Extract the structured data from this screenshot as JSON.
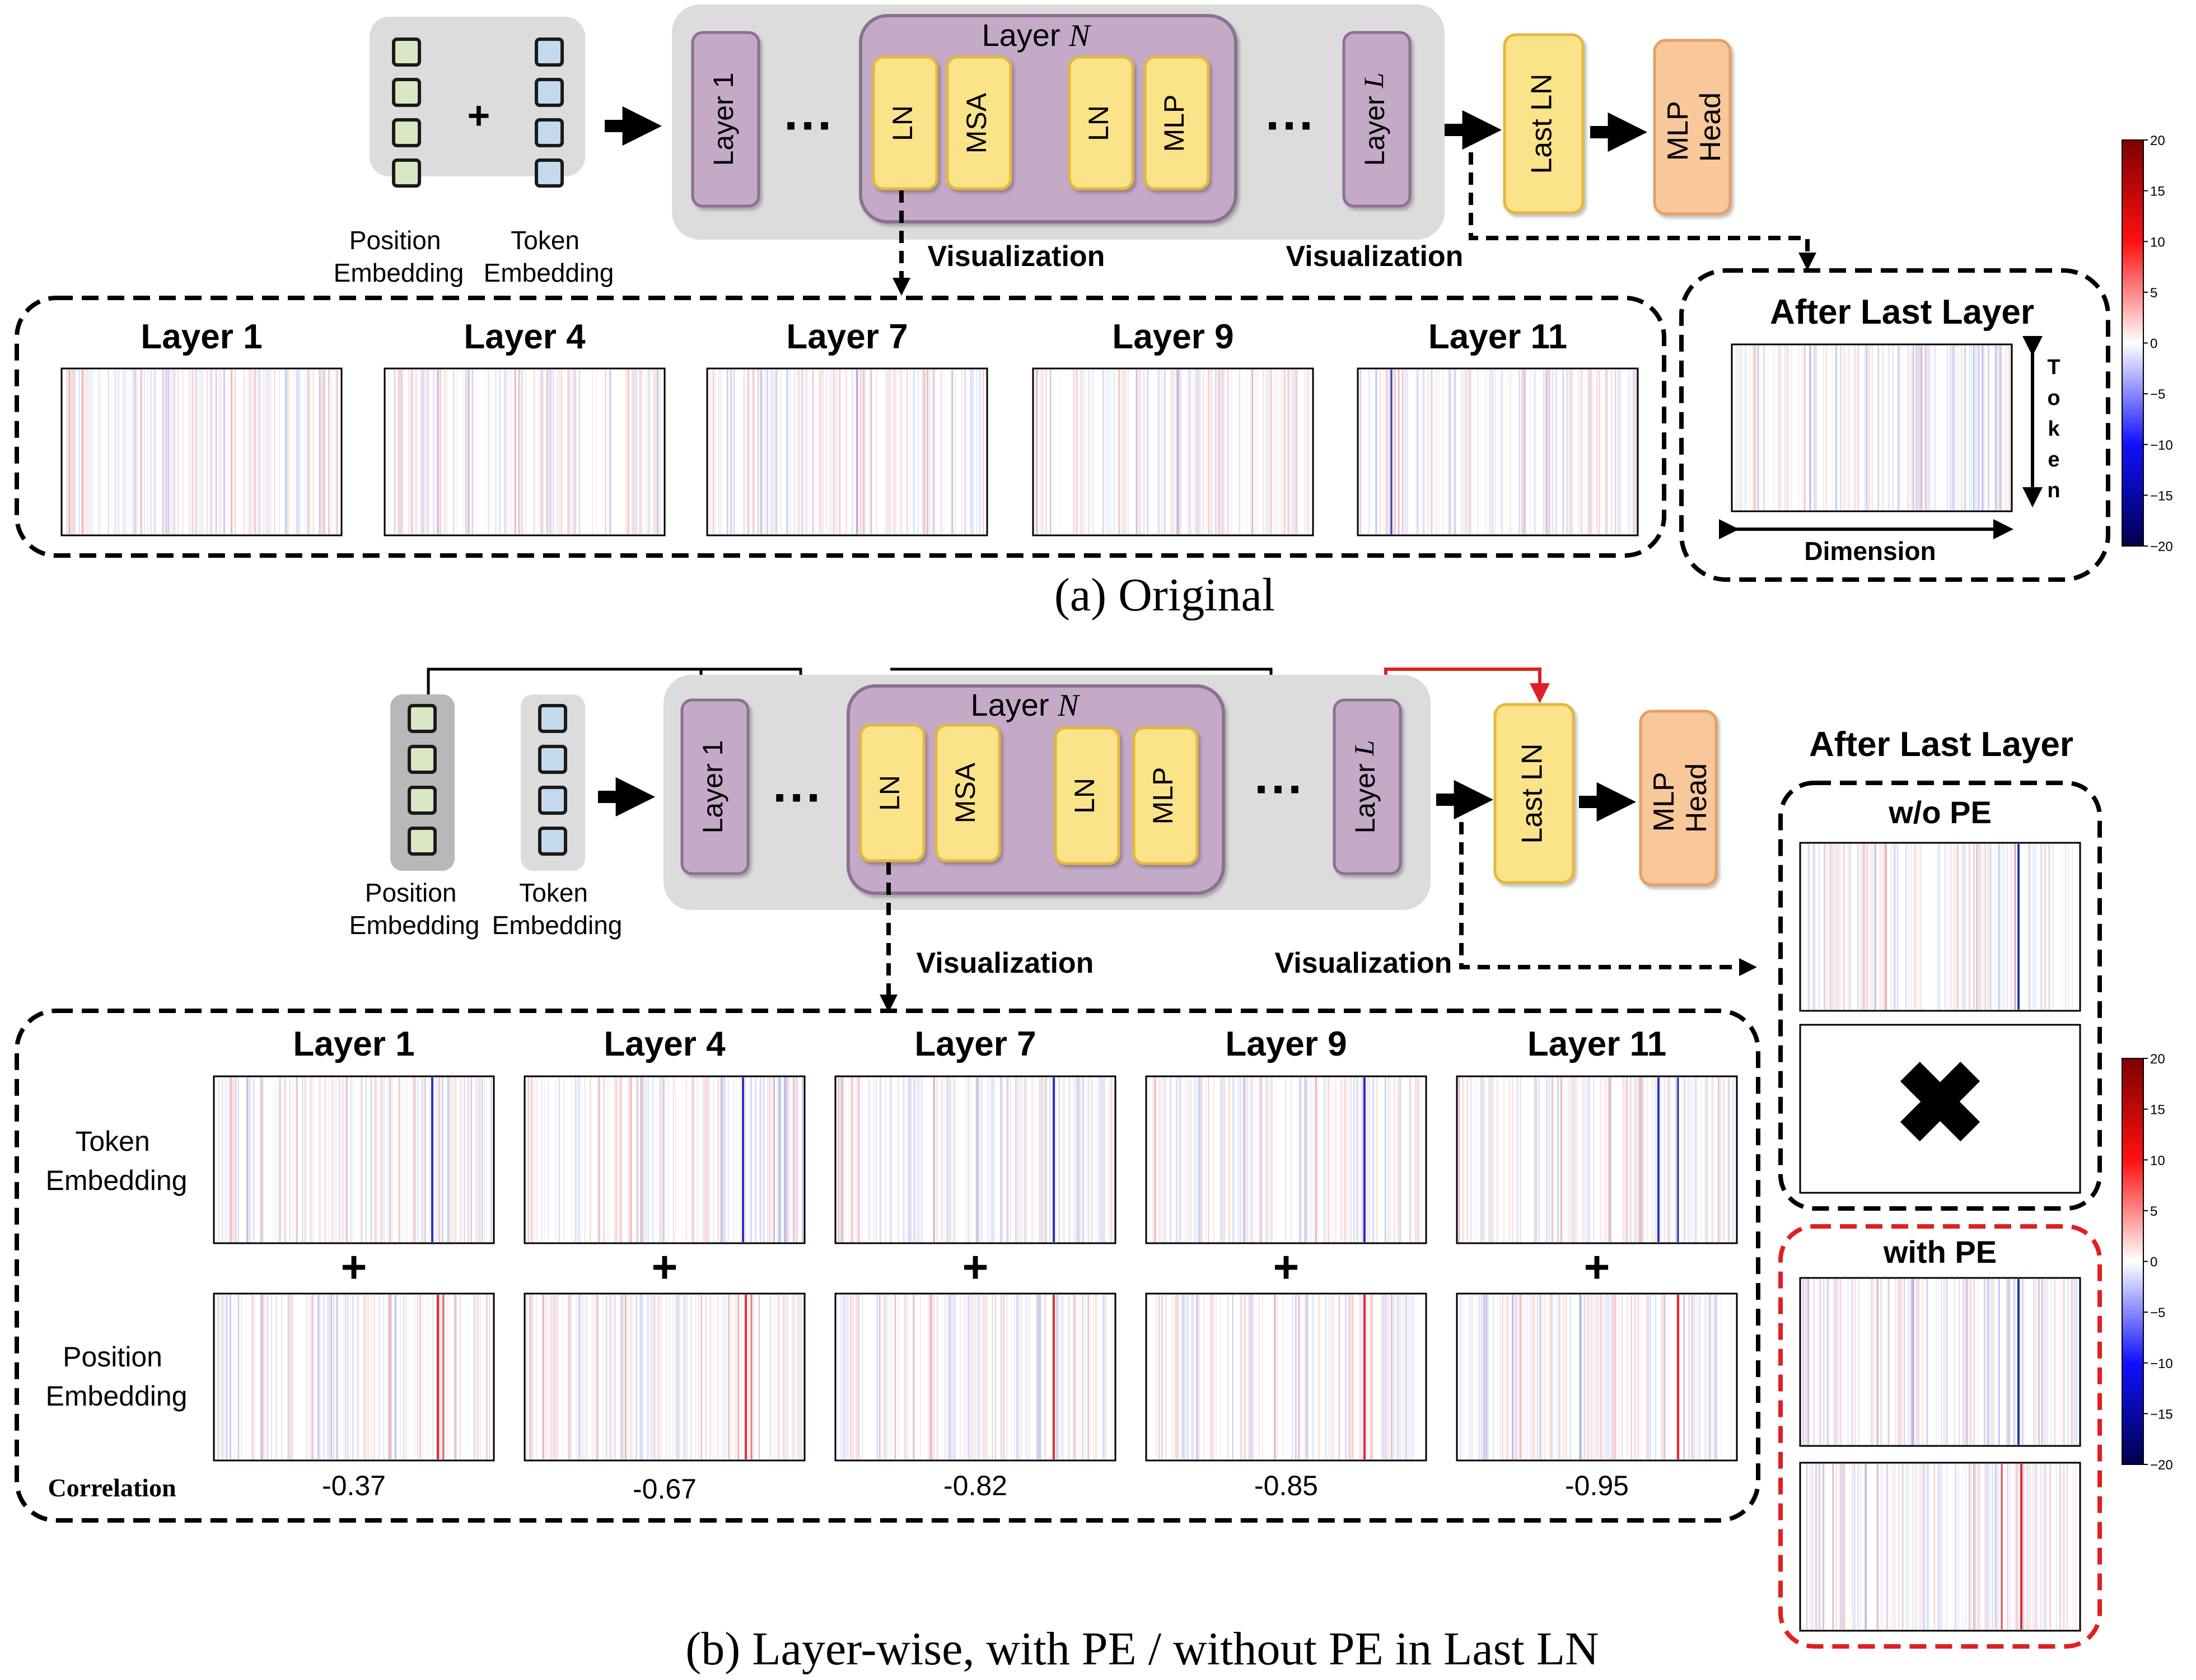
{
  "part_a": {
    "caption": "(a) Original",
    "input": {
      "position_label": [
        "Position",
        "Embedding"
      ],
      "token_label": [
        "Token",
        "Embedding"
      ],
      "plus": "+"
    },
    "layers": {
      "layer1": "Layer 1",
      "layerL": "Layer ",
      "layerL_italic": "L",
      "layerN": "Layer ",
      "layerN_italic": "N",
      "dots": "···"
    },
    "blocks": {
      "ln1": "LN",
      "msa": "MSA",
      "ln2": "LN",
      "mlp": "MLP"
    },
    "last_ln": "Last LN",
    "mlp_head": [
      "MLP",
      "Head"
    ],
    "vis_label_1": "Visualization",
    "vis_label_2": "Visualization",
    "heatmap_titles": [
      "Layer 1",
      "Layer 4",
      "Layer 7",
      "Layer 9",
      "Layer 11"
    ],
    "after_last": {
      "title": "After Last Layer",
      "token_axis": [
        "T",
        "o",
        "k",
        "e",
        "n"
      ],
      "dimension_axis": "Dimension"
    },
    "colorbar": {
      "ticks": [
        "20",
        "15",
        "10",
        "5",
        "0",
        "−5",
        "−10",
        "−15",
        "−20"
      ],
      "range": [
        -20,
        20
      ],
      "colormap": "seismic"
    }
  },
  "part_b": {
    "caption": "(b) Layer-wise, with PE / without PE in Last LN",
    "input": {
      "position_label": [
        "Position",
        "Embedding"
      ],
      "token_label": [
        "Token",
        "Embedding"
      ]
    },
    "layers": {
      "layer1": "Layer 1",
      "layerL": "Layer ",
      "layerL_italic": "L",
      "layerN": "Layer ",
      "layerN_italic": "N",
      "dots": "···"
    },
    "blocks": {
      "ln1": "LN",
      "msa": "MSA",
      "ln2": "LN",
      "mlp": "MLP"
    },
    "last_ln": "Last LN",
    "mlp_head": [
      "MLP",
      "Head"
    ],
    "vis_label_1": "Visualization",
    "vis_label_2": "Visualization",
    "heatmap_titles": [
      "Layer 1",
      "Layer 4",
      "Layer 7",
      "Layer 9",
      "Layer 11"
    ],
    "row_labels": {
      "token": [
        "Token",
        "Embedding"
      ],
      "position": [
        "Position",
        "Embedding"
      ]
    },
    "plus": "+",
    "correlation_label": "Correlation",
    "correlations": [
      "-0.37",
      "-0.67",
      "-0.82",
      "-0.85",
      "-0.95"
    ],
    "after_last": {
      "title": "After Last Layer",
      "wo_pe": "w/o PE",
      "with_pe": "with PE",
      "cross": "✖"
    },
    "colorbar": {
      "ticks": [
        "20",
        "15",
        "10",
        "5",
        "0",
        "−5",
        "−10",
        "−15",
        "−20"
      ],
      "range": [
        -20,
        20
      ],
      "colormap": "seismic"
    }
  },
  "colors": {
    "embed_bg": "#dcdcdc",
    "position_square": "#d9e8c4",
    "token_square": "#c4d9ec",
    "layer_box": "#c5aac8",
    "layer_border": "#8c6f92",
    "ln_box": "#fbe389",
    "ln_border": "#e4b83c",
    "head_box": "#f8c79a",
    "head_border": "#e3a067",
    "highlight_red": "#e02020"
  }
}
